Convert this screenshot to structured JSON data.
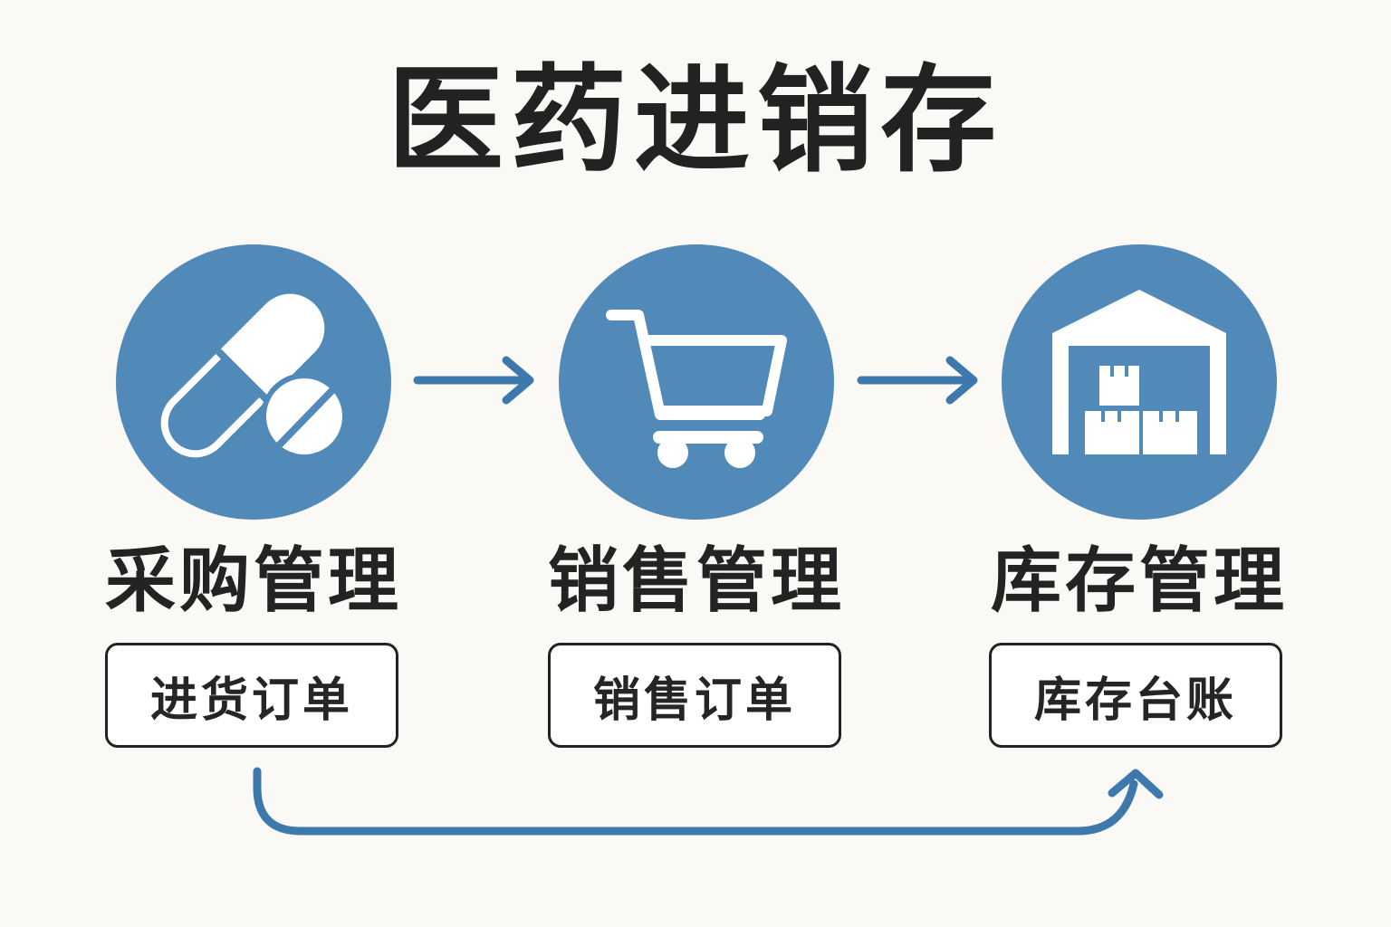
{
  "title": "医药进销存",
  "colors": {
    "accent": "#5189b8",
    "text": "#222222",
    "background": "#faf9f6"
  },
  "stages": [
    {
      "label": "采购管理",
      "document": "进货订单",
      "icon": "pill-capsule-icon"
    },
    {
      "label": "销售管理",
      "document": "销售订单",
      "icon": "shopping-cart-icon"
    },
    {
      "label": "库存管理",
      "document": "库存台账",
      "icon": "warehouse-icon"
    }
  ]
}
